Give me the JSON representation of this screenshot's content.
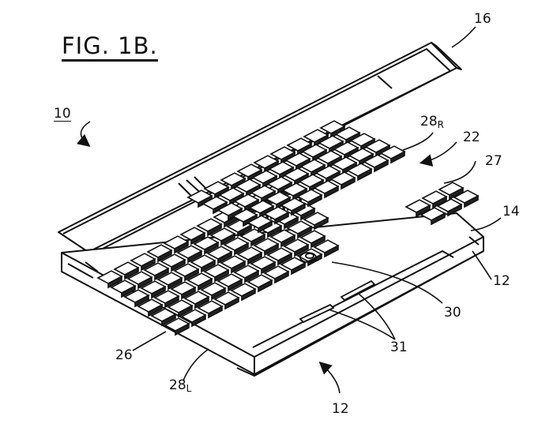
{
  "figure": {
    "title": "FIG. 1B."
  },
  "labels": {
    "device": "10",
    "lid": "16",
    "keys_right_num": "28",
    "keys_right_sub": "R",
    "upper_panel": "22",
    "key_cluster": "27",
    "edge": "14",
    "base_right": "12",
    "pointer": "30",
    "buttons": "31",
    "palm_rest": "26",
    "keys_left_num": "28",
    "keys_left_sub": "L",
    "base_front": "12"
  }
}
